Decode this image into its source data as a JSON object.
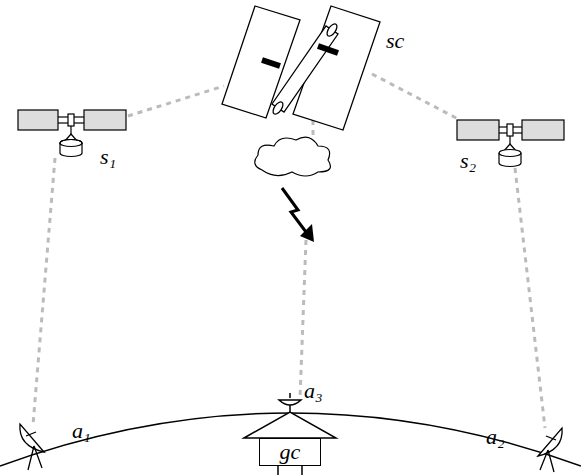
{
  "diagram": {
    "nodes": [
      {
        "text": [
          "gc"
        ]
      }
    ],
    "labels": [
      "sc",
      "s₁",
      "s₂",
      "a₁",
      "a₃",
      "a₂"
    ]
  }
}
